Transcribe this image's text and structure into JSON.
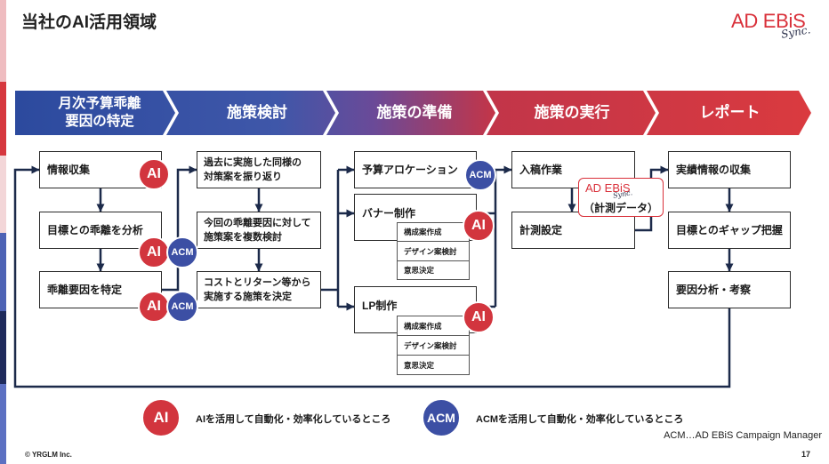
{
  "slide": {
    "title": "当社のAI活用領域",
    "logo": {
      "main": "AD EBiS",
      "sub": "Sync."
    },
    "copyright": "© YRGLM Inc.",
    "page_number": "17"
  },
  "phases": [
    {
      "label": "月次予算乖離\n要因の特定"
    },
    {
      "label": "施策検討"
    },
    {
      "label": "施策の準備"
    },
    {
      "label": "施策の実行"
    },
    {
      "label": "レポート"
    }
  ],
  "steps": {
    "identify": [
      {
        "label": "情報収集",
        "tools": [
          "AI"
        ]
      },
      {
        "label": "目標との乖離を分析",
        "tools": [
          "AI",
          "ACM"
        ]
      },
      {
        "label": "乖離要因を特定",
        "tools": [
          "AI",
          "ACM"
        ]
      }
    ],
    "plan": [
      {
        "label": "過去に実施した同様の\n対策案を振り返り"
      },
      {
        "label": "今回の乖離要因に対して\n施策案を複数検討"
      },
      {
        "label": "コストとリターン等から\n実施する施策を決定"
      }
    ],
    "prepare": [
      {
        "label": "予算アロケーション",
        "tools": [
          "ACM"
        ]
      },
      {
        "label": "バナー制作",
        "tools": [
          "AI"
        ],
        "subtasks": [
          "構成案作成",
          "デザイン案検討",
          "意思決定"
        ]
      },
      {
        "label": "LP制作",
        "tools": [
          "AI"
        ],
        "subtasks": [
          "構成案作成",
          "デザイン案検討",
          "意思決定"
        ]
      }
    ],
    "execute": [
      {
        "label": "入稿作業"
      },
      {
        "label": "計測設定"
      }
    ],
    "report": [
      {
        "label": "実績情報の収集"
      },
      {
        "label": "目標とのギャップ把握"
      },
      {
        "label": "要因分析・考察"
      }
    ]
  },
  "callout": {
    "logo_main": "AD EBiS",
    "logo_sub": "Sync.",
    "label": "（計測データ）"
  },
  "legend": [
    {
      "badge": "AI",
      "text": "AIを活用して自動化・効率化しているところ"
    },
    {
      "badge": "ACM",
      "text": "ACMを活用して自動化・効率化しているところ"
    }
  ],
  "note": "ACM…AD EBiS Campaign Manager",
  "colors": {
    "ai": "#d2353e",
    "acm": "#3c4fa4",
    "connector": "#1c2a4a",
    "logo": "#d9303a"
  }
}
